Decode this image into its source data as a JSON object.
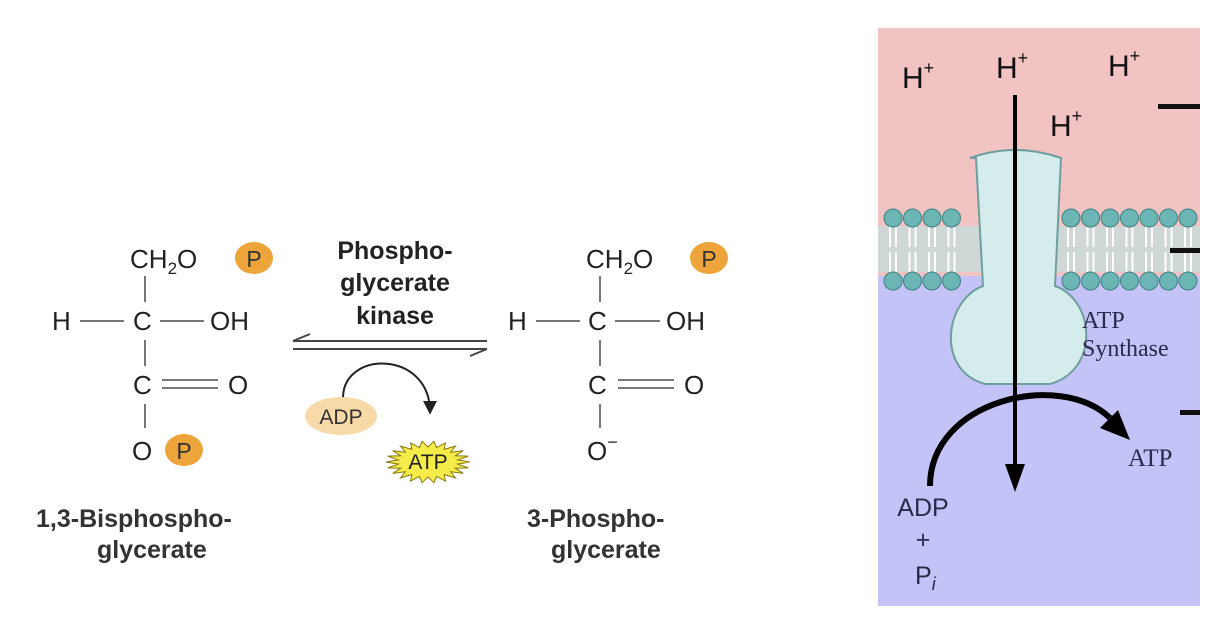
{
  "reaction": {
    "left_molecule": {
      "top_group": "CH",
      "top_sub": "2",
      "top_o": "O",
      "phosphate": "P",
      "left_h": "H",
      "center_c": "C",
      "right_oh": "OH",
      "carbonyl_c": "C",
      "carbonyl_o": "O",
      "bottom_o": "O",
      "bottom_phosphate": "P",
      "name_line1": "1,3-Bisphospho-",
      "name_line2": "glycerate"
    },
    "enzyme": {
      "line1": "Phospho-",
      "line2": "glycerate",
      "line3": "kinase"
    },
    "cofactors": {
      "adp": "ADP",
      "atp": "ATP"
    },
    "right_molecule": {
      "top_group": "CH",
      "top_sub": "2",
      "top_o": "O",
      "phosphate": "P",
      "left_h": "H",
      "center_c": "C",
      "right_oh": "OH",
      "carbonyl_c": "C",
      "carbonyl_o": "O",
      "bottom_o": "O",
      "bottom_charge": "−",
      "name_line1": "3-Phospho-",
      "name_line2": "glycerate"
    },
    "colors": {
      "phosphate_orange": "#EDA53B",
      "adp_fill": "#F8D9A8",
      "atp_fill": "#F5EC4A",
      "line": "#777777",
      "text": "#222222"
    }
  },
  "membrane": {
    "protons": [
      {
        "base": "H",
        "sup": "+"
      },
      {
        "base": "H",
        "sup": "+"
      },
      {
        "base": "H",
        "sup": "+"
      },
      {
        "base": "H",
        "sup": "+"
      }
    ],
    "synthase_label_line1": "ATP",
    "synthase_label_line2": "Synthase",
    "product": "ATP",
    "substrate_line1": "ADP",
    "substrate_line2": "+",
    "substrate_line3_base": "P",
    "substrate_line3_sub": "i",
    "colors": {
      "outside": "#F2C3C3",
      "inside": "#C3C3F7",
      "head": "#6CB5B5",
      "synthase": "#D5ECEC",
      "synthase_stroke": "#6F9E9E",
      "arrow": "#000000"
    }
  }
}
